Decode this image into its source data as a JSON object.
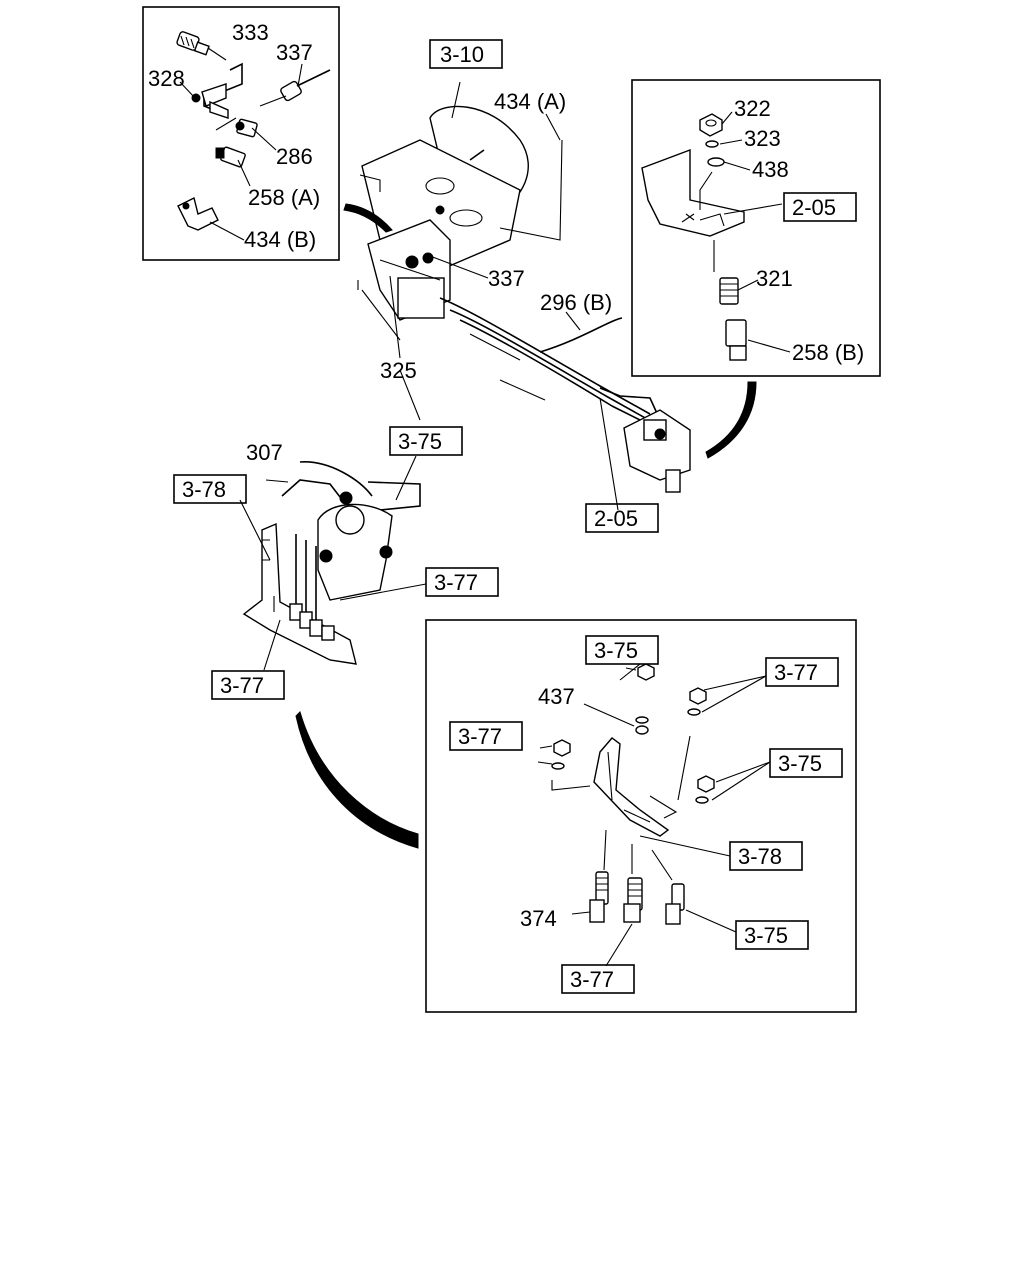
{
  "diagram": {
    "callouts": [
      {
        "id": "c-333",
        "text": "333"
      },
      {
        "id": "c-337-top",
        "text": "337"
      },
      {
        "id": "c-328",
        "text": "328"
      },
      {
        "id": "c-286",
        "text": "286"
      },
      {
        "id": "c-258a",
        "text": "258 (A)"
      },
      {
        "id": "c-434b",
        "text": "434 (B)"
      },
      {
        "id": "c-434a",
        "text": "434 (A)"
      },
      {
        "id": "c-337-mid",
        "text": "337"
      },
      {
        "id": "c-296b",
        "text": "296 (B)"
      },
      {
        "id": "c-325",
        "text": "325"
      },
      {
        "id": "c-322",
        "text": "322"
      },
      {
        "id": "c-323",
        "text": "323"
      },
      {
        "id": "c-438",
        "text": "438"
      },
      {
        "id": "c-321",
        "text": "321"
      },
      {
        "id": "c-258b",
        "text": "258 (B)"
      },
      {
        "id": "c-307",
        "text": "307"
      },
      {
        "id": "c-437",
        "text": "437"
      },
      {
        "id": "c-374",
        "text": "374"
      }
    ],
    "references": [
      {
        "id": "r-3-10",
        "text": "3-10"
      },
      {
        "id": "r-2-05-right",
        "text": "2-05"
      },
      {
        "id": "r-2-05-bottom",
        "text": "2-05"
      },
      {
        "id": "r-3-75-top",
        "text": "3-75"
      },
      {
        "id": "r-3-78-left",
        "text": "3-78"
      },
      {
        "id": "r-3-77-mid",
        "text": "3-77"
      },
      {
        "id": "r-3-77-left",
        "text": "3-77"
      },
      {
        "id": "r-3-75-detail-top",
        "text": "3-75"
      },
      {
        "id": "r-3-77-detail-tr",
        "text": "3-77"
      },
      {
        "id": "r-3-77-detail-l",
        "text": "3-77"
      },
      {
        "id": "r-3-75-detail-r",
        "text": "3-75"
      },
      {
        "id": "r-3-78-detail",
        "text": "3-78"
      },
      {
        "id": "r-3-75-detail-br",
        "text": "3-75"
      },
      {
        "id": "r-3-77-detail-b",
        "text": "3-77"
      }
    ]
  }
}
